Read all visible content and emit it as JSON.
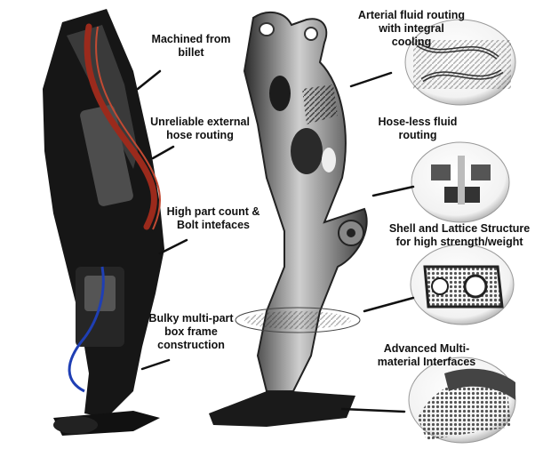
{
  "left_labels": [
    "Machined from\nbillet",
    "Unreliable external\nhose routing",
    "High part count &\nBolt intefaces",
    "Bulky multi-part\nbox frame\nconstruction"
  ],
  "right_labels": [
    "Arterial fluid routing\nwith integral\ncooling",
    "Hose-less fluid\nrouting",
    "Shell and Lattice Structure\nfor high strength/weight",
    "Advanced Multi-\nmaterial Interfaces"
  ],
  "colors": {
    "background": "#ffffff",
    "text": "#111111",
    "leader": "#111111",
    "hose_red": "#9b2a1c",
    "cable_blue": "#1f3fb4"
  }
}
